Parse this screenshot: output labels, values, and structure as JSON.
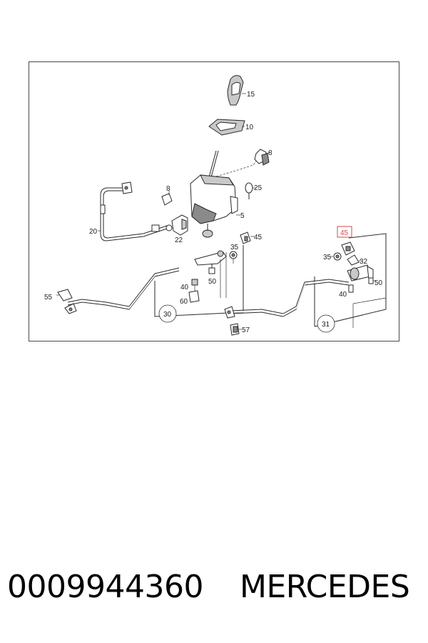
{
  "diagram": {
    "callouts": {
      "c15": "15",
      "c10": "10",
      "c8a": "8",
      "c8b": "8",
      "c25": "25",
      "c20": "20",
      "c22": "22",
      "c5": "5",
      "c35a": "35",
      "c45a": "45",
      "c45b": "45",
      "c35b": "35",
      "c32": "32",
      "c40a": "40",
      "c50a": "50",
      "c60": "60",
      "c30": "30",
      "c55": "55",
      "c57": "57",
      "c40b": "40",
      "c50b": "50",
      "c31": "31"
    },
    "highlighted_callout": "45",
    "highlight_color": "#d44a4a"
  },
  "footer": {
    "part_number": "0009944360",
    "brand": "MERCEDES"
  }
}
